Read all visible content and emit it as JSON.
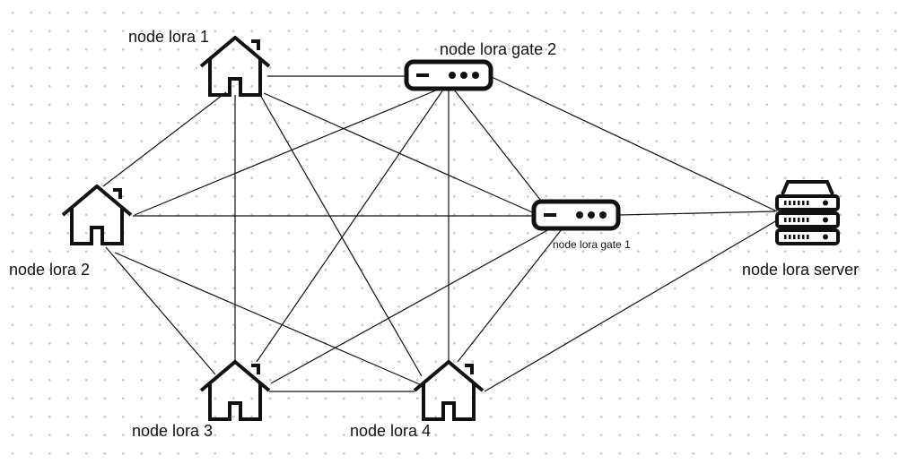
{
  "diagram": {
    "nodes": {
      "lora1": {
        "label": "node lora 1",
        "icon": "house-icon"
      },
      "lora2": {
        "label": "node lora 2",
        "icon": "house-icon"
      },
      "lora3": {
        "label": "node lora 3",
        "icon": "house-icon"
      },
      "lora4": {
        "label": "node lora 4",
        "icon": "house-icon"
      },
      "gate2": {
        "label": "node lora gate 2",
        "icon": "router-icon"
      },
      "gate1": {
        "label": "node lora gate 1",
        "icon": "router-icon"
      },
      "server": {
        "label": "node lora server",
        "icon": "server-icon"
      }
    },
    "edges": [
      [
        "lora1",
        "gate2"
      ],
      [
        "lora1",
        "lora2"
      ],
      [
        "lora1",
        "lora3"
      ],
      [
        "lora1",
        "lora4"
      ],
      [
        "lora1",
        "gate1"
      ],
      [
        "lora2",
        "gate2"
      ],
      [
        "lora2",
        "gate1"
      ],
      [
        "lora2",
        "lora3"
      ],
      [
        "lora2",
        "lora4"
      ],
      [
        "lora3",
        "gate2"
      ],
      [
        "lora3",
        "lora4"
      ],
      [
        "lora3",
        "gate1"
      ],
      [
        "lora4",
        "gate2"
      ],
      [
        "lora4",
        "gate1"
      ],
      [
        "lora4",
        "server"
      ],
      [
        "gate2",
        "gate1"
      ],
      [
        "gate2",
        "server"
      ],
      [
        "gate1",
        "server"
      ],
      [
        "lora3",
        "server"
      ]
    ],
    "line_color": "#111111"
  }
}
